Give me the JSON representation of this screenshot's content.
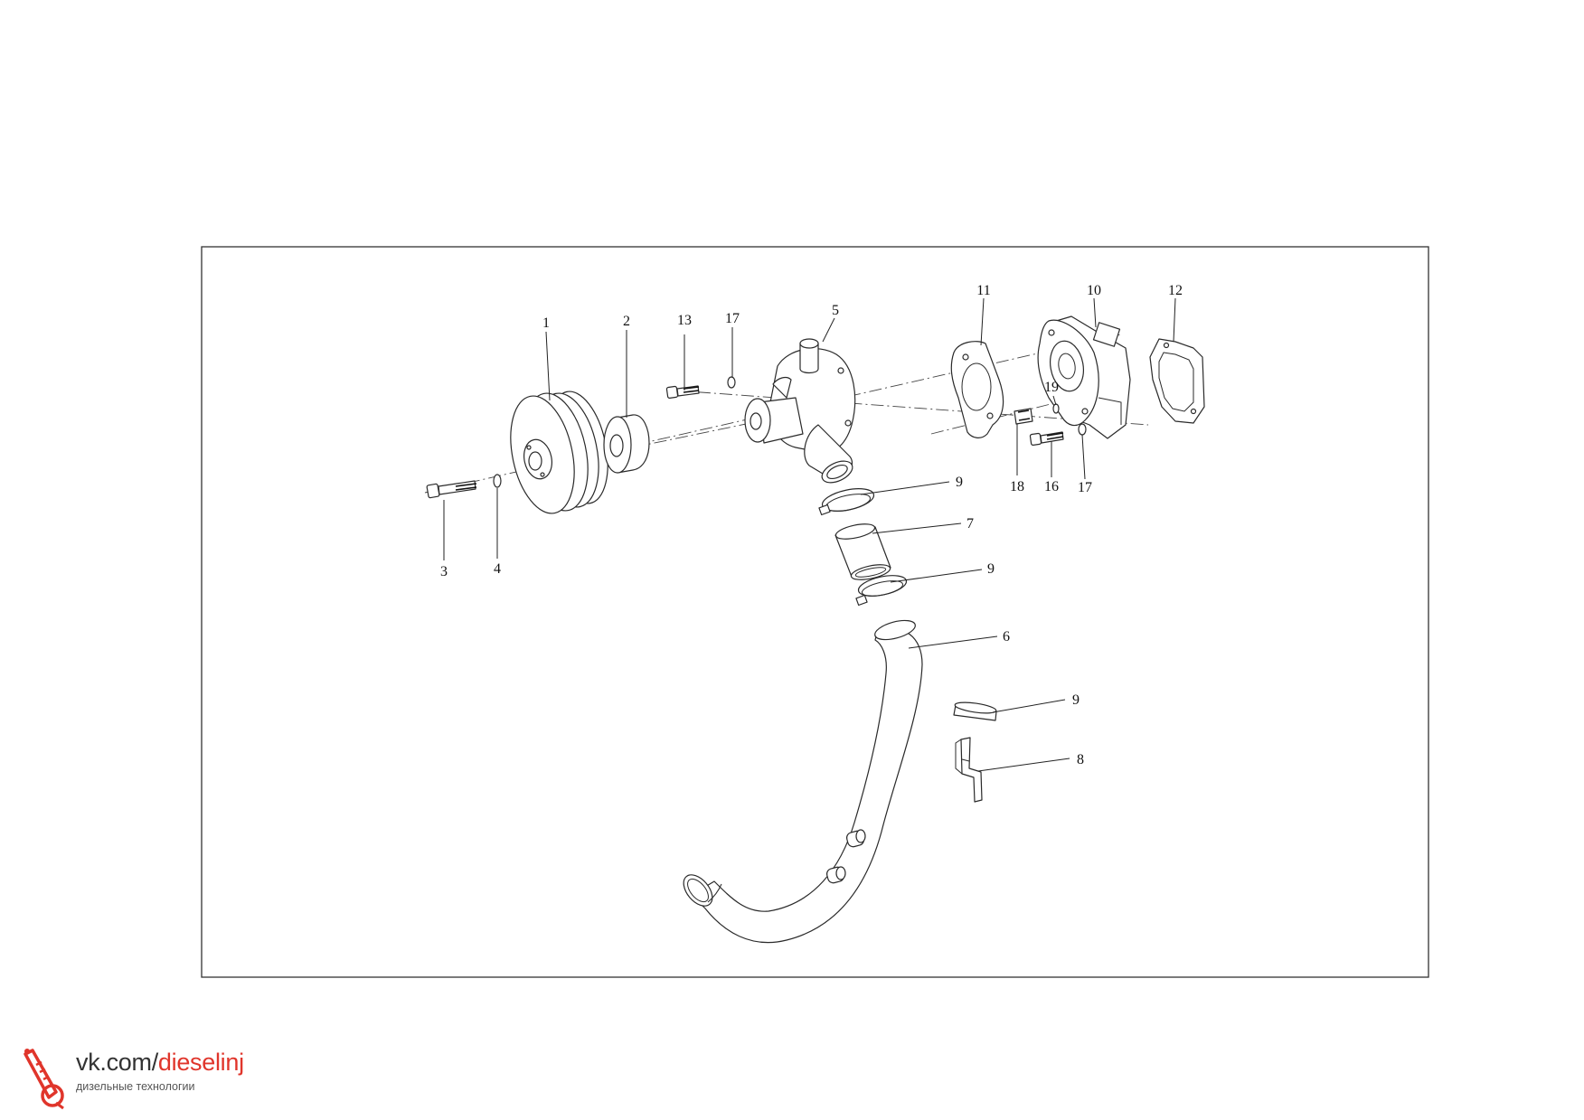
{
  "diagram": {
    "callouts": {
      "c1": "1",
      "c2": "2",
      "c3": "3",
      "c4": "4",
      "c5": "5",
      "c6": "6",
      "c7": "7",
      "c8": "8",
      "c9a": "9",
      "c9b": "9",
      "c9c": "9",
      "c10": "10",
      "c11": "11",
      "c12": "12",
      "c13": "13",
      "c16": "16",
      "c17a": "17",
      "c17b": "17",
      "c18": "18",
      "c19": "19"
    }
  },
  "watermark": {
    "url_prefix": "vk.com/",
    "url_handle": "dieselinj",
    "subtitle": "дизельные технологии",
    "accent_color": "#e0352b",
    "icon": "injector-icon"
  }
}
